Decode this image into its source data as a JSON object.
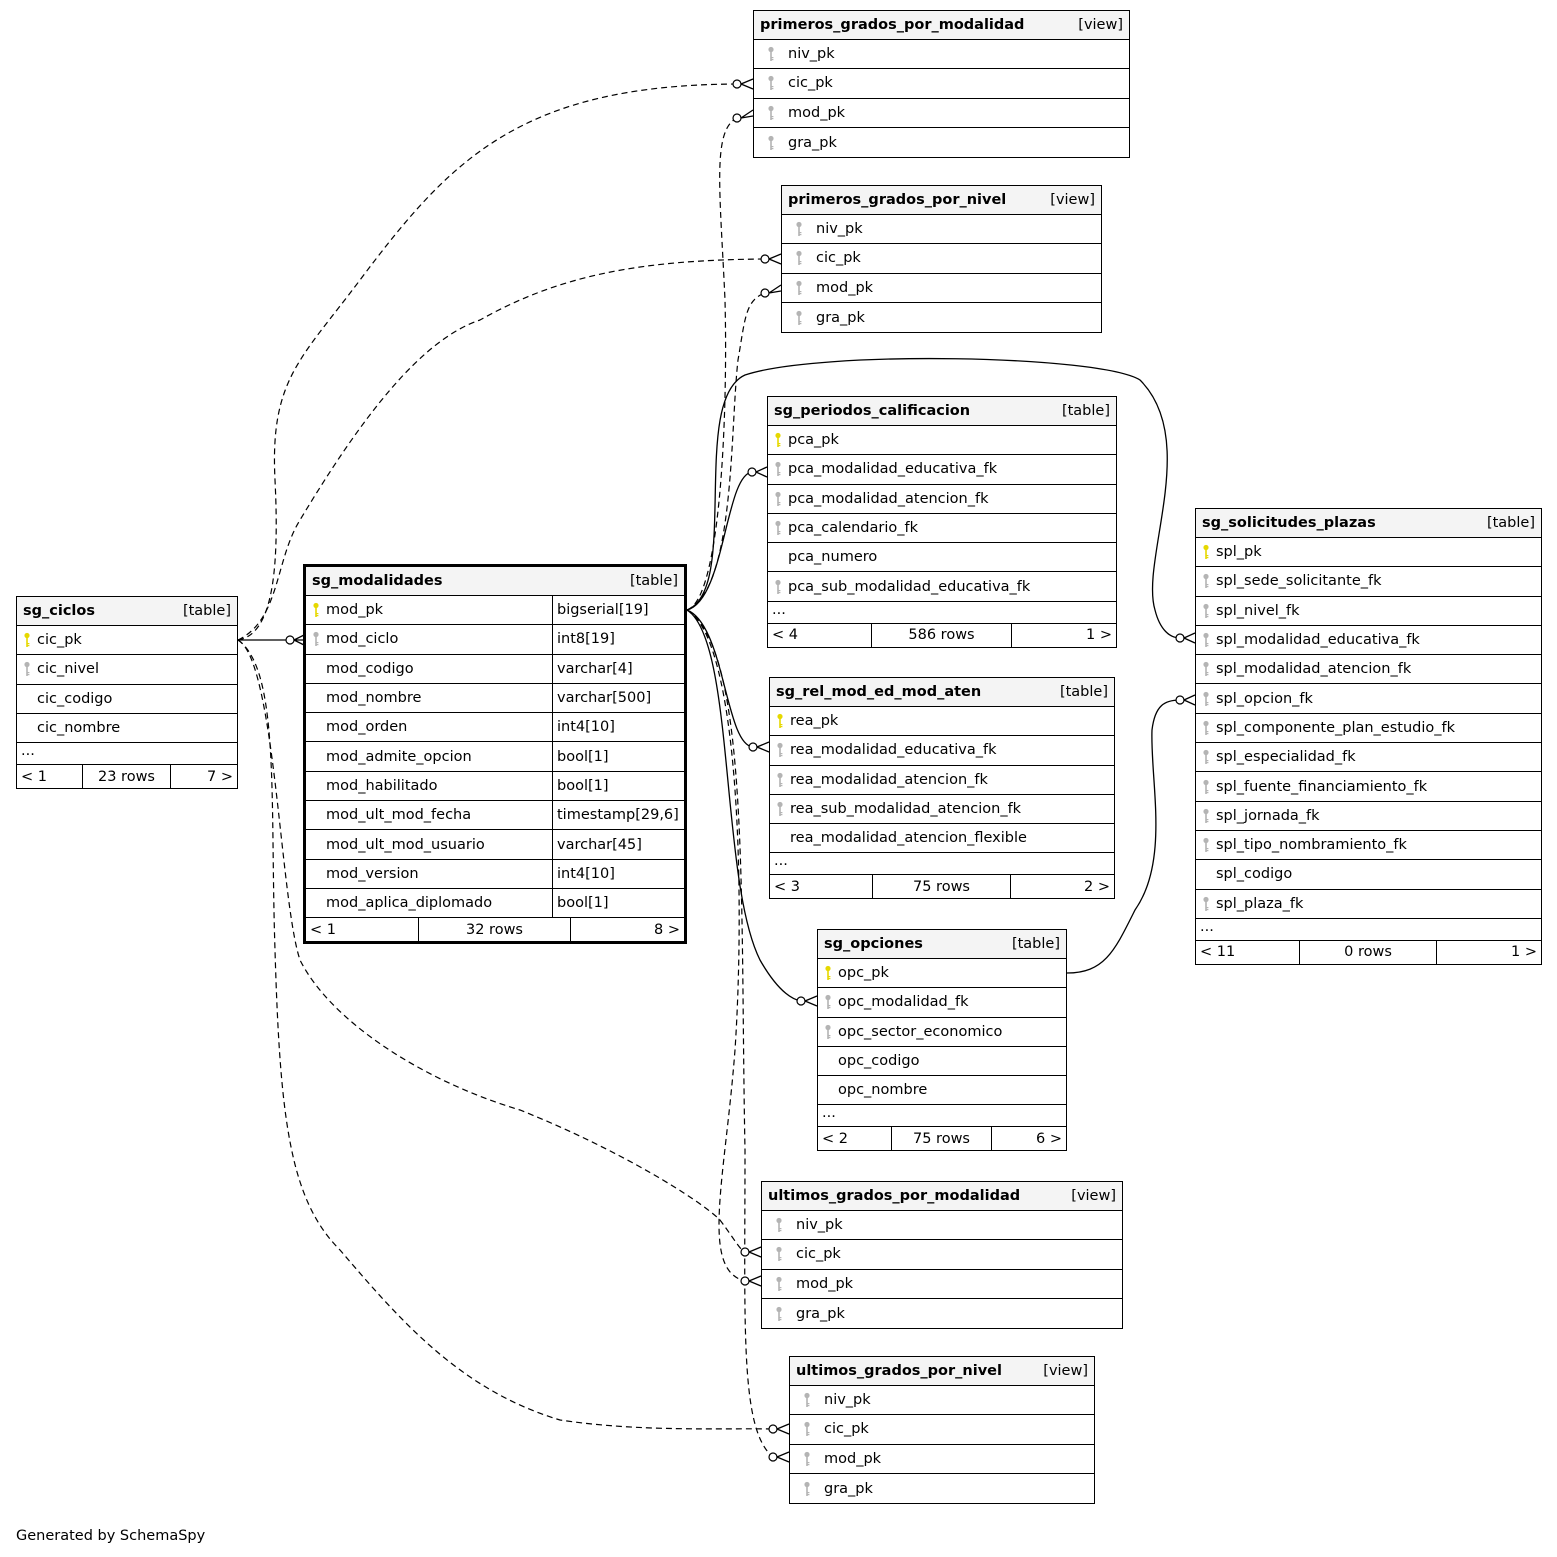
{
  "footer": "Generated by SchemaSpy",
  "colors": {
    "primary_key": "#e6d800",
    "foreign_key": "#b4b4b4",
    "header_bg": "#f4f4f4"
  },
  "tables": {
    "sg_ciclos": {
      "name": "sg_ciclos",
      "kind": "[table]",
      "columns": [
        {
          "name": "cic_pk",
          "key": "pk"
        },
        {
          "name": "cic_nivel",
          "key": "fk"
        },
        {
          "name": "cic_codigo",
          "key": ""
        },
        {
          "name": "cic_nombre",
          "key": ""
        }
      ],
      "ellipsis": "...",
      "footer": {
        "left": "< 1",
        "mid": "23 rows",
        "right": "7 >"
      }
    },
    "sg_modalidades": {
      "name": "sg_modalidades",
      "kind": "[table]",
      "columns": [
        {
          "name": "mod_pk",
          "key": "pk",
          "type": "bigserial[19]"
        },
        {
          "name": "mod_ciclo",
          "key": "fk",
          "type": "int8[19]"
        },
        {
          "name": "mod_codigo",
          "key": "",
          "type": "varchar[4]"
        },
        {
          "name": "mod_nombre",
          "key": "",
          "type": "varchar[500]"
        },
        {
          "name": "mod_orden",
          "key": "",
          "type": "int4[10]"
        },
        {
          "name": "mod_admite_opcion",
          "key": "",
          "type": "bool[1]"
        },
        {
          "name": "mod_habilitado",
          "key": "",
          "type": "bool[1]"
        },
        {
          "name": "mod_ult_mod_fecha",
          "key": "",
          "type": "timestamp[29,6]"
        },
        {
          "name": "mod_ult_mod_usuario",
          "key": "",
          "type": "varchar[45]"
        },
        {
          "name": "mod_version",
          "key": "",
          "type": "int4[10]"
        },
        {
          "name": "mod_aplica_diplomado",
          "key": "",
          "type": "bool[1]"
        }
      ],
      "footer": {
        "left": "< 1",
        "mid": "32 rows",
        "right": "8 >"
      }
    },
    "primeros_grados_por_modalidad": {
      "name": "primeros_grados_por_modalidad",
      "kind": "[view]",
      "columns": [
        {
          "name": "niv_pk",
          "key": "fk"
        },
        {
          "name": "cic_pk",
          "key": "fk"
        },
        {
          "name": "mod_pk",
          "key": "fk"
        },
        {
          "name": "gra_pk",
          "key": "fk"
        }
      ]
    },
    "primeros_grados_por_nivel": {
      "name": "primeros_grados_por_nivel",
      "kind": "[view]",
      "columns": [
        {
          "name": "niv_pk",
          "key": "fk"
        },
        {
          "name": "cic_pk",
          "key": "fk"
        },
        {
          "name": "mod_pk",
          "key": "fk"
        },
        {
          "name": "gra_pk",
          "key": "fk"
        }
      ]
    },
    "sg_periodos_calificacion": {
      "name": "sg_periodos_calificacion",
      "kind": "[table]",
      "columns": [
        {
          "name": "pca_pk",
          "key": "pk"
        },
        {
          "name": "pca_modalidad_educativa_fk",
          "key": "fk"
        },
        {
          "name": "pca_modalidad_atencion_fk",
          "key": "fk"
        },
        {
          "name": "pca_calendario_fk",
          "key": "fk"
        },
        {
          "name": "pca_numero",
          "key": ""
        },
        {
          "name": "pca_sub_modalidad_educativa_fk",
          "key": "fk"
        }
      ],
      "ellipsis": "...",
      "footer": {
        "left": "< 4",
        "mid": "586 rows",
        "right": "1 >"
      }
    },
    "sg_rel_mod_ed_mod_aten": {
      "name": "sg_rel_mod_ed_mod_aten",
      "kind": "[table]",
      "columns": [
        {
          "name": "rea_pk",
          "key": "pk"
        },
        {
          "name": "rea_modalidad_educativa_fk",
          "key": "fk"
        },
        {
          "name": "rea_modalidad_atencion_fk",
          "key": "fk"
        },
        {
          "name": "rea_sub_modalidad_atencion_fk",
          "key": "fk"
        },
        {
          "name": "rea_modalidad_atencion_flexible",
          "key": ""
        }
      ],
      "ellipsis": "...",
      "footer": {
        "left": "< 3",
        "mid": "75 rows",
        "right": "2 >"
      }
    },
    "sg_opciones": {
      "name": "sg_opciones",
      "kind": "[table]",
      "columns": [
        {
          "name": "opc_pk",
          "key": "pk"
        },
        {
          "name": "opc_modalidad_fk",
          "key": "fk"
        },
        {
          "name": "opc_sector_economico",
          "key": "fk"
        },
        {
          "name": "opc_codigo",
          "key": ""
        },
        {
          "name": "opc_nombre",
          "key": ""
        }
      ],
      "ellipsis": "...",
      "footer": {
        "left": "< 2",
        "mid": "75 rows",
        "right": "6 >"
      }
    },
    "sg_solicitudes_plazas": {
      "name": "sg_solicitudes_plazas",
      "kind": "[table]",
      "columns": [
        {
          "name": "spl_pk",
          "key": "pk"
        },
        {
          "name": "spl_sede_solicitante_fk",
          "key": "fk"
        },
        {
          "name": "spl_nivel_fk",
          "key": "fk"
        },
        {
          "name": "spl_modalidad_educativa_fk",
          "key": "fk"
        },
        {
          "name": "spl_modalidad_atencion_fk",
          "key": "fk"
        },
        {
          "name": "spl_opcion_fk",
          "key": "fk"
        },
        {
          "name": "spl_componente_plan_estudio_fk",
          "key": "fk"
        },
        {
          "name": "spl_especialidad_fk",
          "key": "fk"
        },
        {
          "name": "spl_fuente_financiamiento_fk",
          "key": "fk"
        },
        {
          "name": "spl_jornada_fk",
          "key": "fk"
        },
        {
          "name": "spl_tipo_nombramiento_fk",
          "key": "fk"
        },
        {
          "name": "spl_codigo",
          "key": ""
        },
        {
          "name": "spl_plaza_fk",
          "key": "fk"
        }
      ],
      "ellipsis": "...",
      "footer": {
        "left": "< 11",
        "mid": "0 rows",
        "right": "1 >"
      }
    },
    "ultimos_grados_por_modalidad": {
      "name": "ultimos_grados_por_modalidad",
      "kind": "[view]",
      "columns": [
        {
          "name": "niv_pk",
          "key": "fk"
        },
        {
          "name": "cic_pk",
          "key": "fk"
        },
        {
          "name": "mod_pk",
          "key": "fk"
        },
        {
          "name": "gra_pk",
          "key": "fk"
        }
      ]
    },
    "ultimos_grados_por_nivel": {
      "name": "ultimos_grados_por_nivel",
      "kind": "[view]",
      "columns": [
        {
          "name": "niv_pk",
          "key": "fk"
        },
        {
          "name": "cic_pk",
          "key": "fk"
        },
        {
          "name": "mod_pk",
          "key": "fk"
        },
        {
          "name": "gra_pk",
          "key": "fk"
        }
      ]
    }
  }
}
